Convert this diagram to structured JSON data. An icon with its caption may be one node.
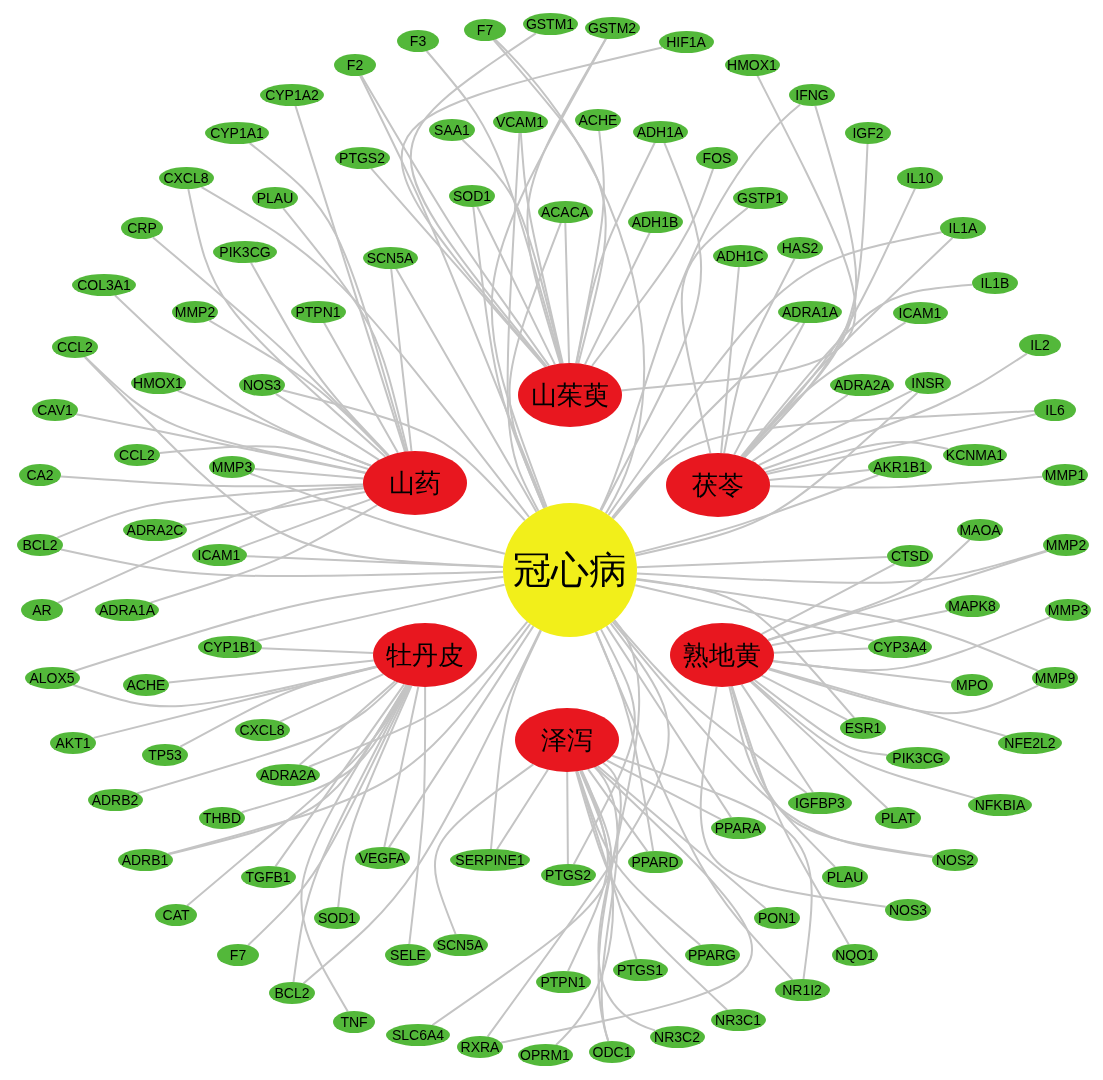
{
  "diagram": {
    "nodes": [
      {
        "text": [
          "冠心病"
        ]
      },
      {
        "text": [
          "山茱萸"
        ]
      },
      {
        "text": [
          "山药"
        ]
      },
      {
        "text": [
          "茯苓"
        ]
      },
      {
        "text": [
          "牡丹皮"
        ]
      },
      {
        "text": [
          "熟地黄"
        ]
      },
      {
        "text": [
          "泽泻"
        ]
      },
      {
        "text": [
          "F2"
        ]
      },
      {
        "text": [
          "F3"
        ]
      },
      {
        "text": [
          "F7"
        ]
      },
      {
        "text": [
          "GSTM1"
        ]
      },
      {
        "text": [
          "GSTM2"
        ]
      },
      {
        "text": [
          "HIF1A"
        ]
      },
      {
        "text": [
          "HMOX1"
        ]
      },
      {
        "text": [
          "IFNG"
        ]
      },
      {
        "text": [
          "IGF2"
        ]
      },
      {
        "text": [
          "IL10"
        ]
      },
      {
        "text": [
          "IL1A"
        ]
      },
      {
        "text": [
          "IL1B"
        ]
      },
      {
        "text": [
          "IL2"
        ]
      },
      {
        "text": [
          "IL6"
        ]
      },
      {
        "text": [
          "MMP1"
        ]
      },
      {
        "text": [
          "MMP2"
        ]
      },
      {
        "text": [
          "MMP3"
        ]
      },
      {
        "text": [
          "MMP9"
        ]
      },
      {
        "text": [
          "NFE2L2"
        ]
      },
      {
        "text": [
          "NFKBIA"
        ]
      },
      {
        "text": [
          "NOS2"
        ]
      },
      {
        "text": [
          "NOS3"
        ]
      },
      {
        "text": [
          "NQO1"
        ]
      },
      {
        "text": [
          "NR1I2"
        ]
      },
      {
        "text": [
          "NR3C1"
        ]
      },
      {
        "text": [
          "NR3C2"
        ]
      },
      {
        "text": [
          "ODC1"
        ]
      },
      {
        "text": [
          "OPRM1"
        ]
      },
      {
        "text": [
          "RXRA"
        ]
      },
      {
        "text": [
          "SLC6A4"
        ]
      },
      {
        "text": [
          "TNF"
        ]
      },
      {
        "text": [
          "BCL2"
        ]
      },
      {
        "text": [
          "F7"
        ]
      },
      {
        "text": [
          "CAT"
        ]
      },
      {
        "text": [
          "ADRB1"
        ]
      },
      {
        "text": [
          "ADRB2"
        ]
      },
      {
        "text": [
          "AKT1"
        ]
      },
      {
        "text": [
          "ALOX5"
        ]
      },
      {
        "text": [
          "AR"
        ]
      },
      {
        "text": [
          "BCL2"
        ]
      },
      {
        "text": [
          "CA2"
        ]
      },
      {
        "text": [
          "CAV1"
        ]
      },
      {
        "text": [
          "CCL2"
        ]
      },
      {
        "text": [
          "COL3A1"
        ]
      },
      {
        "text": [
          "CRP"
        ]
      },
      {
        "text": [
          "CXCL8"
        ]
      },
      {
        "text": [
          "CYP1A1"
        ]
      },
      {
        "text": [
          "CYP1A2"
        ]
      },
      {
        "text": [
          "SAA1"
        ]
      },
      {
        "text": [
          "VCAM1"
        ]
      },
      {
        "text": [
          "ACHE"
        ]
      },
      {
        "text": [
          "ADH1A"
        ]
      },
      {
        "text": [
          "FOS"
        ]
      },
      {
        "text": [
          "GSTP1"
        ]
      },
      {
        "text": [
          "HAS2"
        ]
      },
      {
        "text": [
          "ADRA1A"
        ]
      },
      {
        "text": [
          "ICAM1"
        ]
      },
      {
        "text": [
          "ADRA2A"
        ]
      },
      {
        "text": [
          "INSR"
        ]
      },
      {
        "text": [
          "KCNMA1"
        ]
      },
      {
        "text": [
          "AKR1B1"
        ]
      },
      {
        "text": [
          "MAOA"
        ]
      },
      {
        "text": [
          "CTSD"
        ]
      },
      {
        "text": [
          "MAPK8"
        ]
      },
      {
        "text": [
          "CYP3A4"
        ]
      },
      {
        "text": [
          "MPO"
        ]
      },
      {
        "text": [
          "ESR1"
        ]
      },
      {
        "text": [
          "PIK3CG"
        ]
      },
      {
        "text": [
          "IGFBP3"
        ]
      },
      {
        "text": [
          "PLAT"
        ]
      },
      {
        "text": [
          "PLAU"
        ]
      },
      {
        "text": [
          "PPARA"
        ]
      },
      {
        "text": [
          "PON1"
        ]
      },
      {
        "text": [
          "PPARD"
        ]
      },
      {
        "text": [
          "PPARG"
        ]
      },
      {
        "text": [
          "PTGS1"
        ]
      },
      {
        "text": [
          "PTGS2"
        ]
      },
      {
        "text": [
          "PTPN1"
        ]
      },
      {
        "text": [
          "SERPINE1"
        ]
      },
      {
        "text": [
          "SCN5A"
        ]
      },
      {
        "text": [
          "SELE"
        ]
      },
      {
        "text": [
          "VEGFA"
        ]
      },
      {
        "text": [
          "SOD1"
        ]
      },
      {
        "text": [
          "TGFB1"
        ]
      },
      {
        "text": [
          "THBD"
        ]
      },
      {
        "text": [
          "ADRA2A"
        ]
      },
      {
        "text": [
          "CXCL8"
        ]
      },
      {
        "text": [
          "TP53"
        ]
      },
      {
        "text": [
          "ACHE"
        ]
      },
      {
        "text": [
          "CYP1B1"
        ]
      },
      {
        "text": [
          "ADRA1A"
        ]
      },
      {
        "text": [
          "ICAM1"
        ]
      },
      {
        "text": [
          "ADRA2C"
        ]
      },
      {
        "text": [
          "MMP3"
        ]
      },
      {
        "text": [
          "CCL2"
        ]
      },
      {
        "text": [
          "HMOX1"
        ]
      },
      {
        "text": [
          "NOS3"
        ]
      },
      {
        "text": [
          "MMP2"
        ]
      },
      {
        "text": [
          "PTPN1"
        ]
      },
      {
        "text": [
          "PIK3CG"
        ]
      },
      {
        "text": [
          "SCN5A"
        ]
      },
      {
        "text": [
          "PLAU"
        ]
      },
      {
        "text": [
          "PTGS2"
        ]
      },
      {
        "text": [
          "SOD1"
        ]
      },
      {
        "text": [
          "ACACA"
        ]
      },
      {
        "text": [
          "ADH1B"
        ]
      },
      {
        "text": [
          "ADH1C"
        ]
      }
    ],
    "edges": [
      {
        "from": 1,
        "to": 7,
        "arrow": "none"
      },
      {
        "from": 1,
        "to": 8,
        "arrow": "none"
      },
      {
        "from": 1,
        "to": 9,
        "arrow": "none"
      },
      {
        "from": 1,
        "to": 10,
        "arrow": "none"
      },
      {
        "from": 1,
        "to": 11,
        "arrow": "none"
      },
      {
        "from": 1,
        "to": 12,
        "arrow": "none"
      },
      {
        "from": 1,
        "to": 13,
        "arrow": "none"
      },
      {
        "from": 3,
        "to": 14,
        "arrow": "none"
      },
      {
        "from": 3,
        "to": 15,
        "arrow": "none"
      },
      {
        "from": 3,
        "to": 16,
        "arrow": "none"
      },
      {
        "from": 3,
        "to": 17,
        "arrow": "none"
      },
      {
        "from": 3,
        "to": 18,
        "arrow": "none"
      },
      {
        "from": 3,
        "to": 19,
        "arrow": "none"
      },
      {
        "from": 3,
        "to": 20,
        "arrow": "none"
      },
      {
        "from": 3,
        "to": 21,
        "arrow": "none"
      },
      {
        "from": 5,
        "to": 22,
        "arrow": "none"
      },
      {
        "from": 5,
        "to": 23,
        "arrow": "none"
      },
      {
        "from": 5,
        "to": 24,
        "arrow": "none"
      },
      {
        "from": 5,
        "to": 25,
        "arrow": "none"
      },
      {
        "from": 5,
        "to": 26,
        "arrow": "none"
      },
      {
        "from": 5,
        "to": 27,
        "arrow": "none"
      },
      {
        "from": 5,
        "to": 28,
        "arrow": "none"
      },
      {
        "from": 5,
        "to": 29,
        "arrow": "none"
      },
      {
        "from": 6,
        "to": 30,
        "arrow": "none"
      },
      {
        "from": 6,
        "to": 31,
        "arrow": "none"
      },
      {
        "from": 6,
        "to": 32,
        "arrow": "none"
      },
      {
        "from": 6,
        "to": 33,
        "arrow": "none"
      },
      {
        "from": 6,
        "to": 34,
        "arrow": "none"
      },
      {
        "from": 6,
        "to": 35,
        "arrow": "none"
      },
      {
        "from": 6,
        "to": 36,
        "arrow": "none"
      },
      {
        "from": 4,
        "to": 37,
        "arrow": "none"
      },
      {
        "from": 4,
        "to": 38,
        "arrow": "none"
      },
      {
        "from": 4,
        "to": 39,
        "arrow": "none"
      },
      {
        "from": 4,
        "to": 40,
        "arrow": "none"
      },
      {
        "from": 4,
        "to": 41,
        "arrow": "none"
      },
      {
        "from": 4,
        "to": 42,
        "arrow": "none"
      },
      {
        "from": 4,
        "to": 43,
        "arrow": "none"
      },
      {
        "from": 4,
        "to": 44,
        "arrow": "none"
      },
      {
        "from": 2,
        "to": 45,
        "arrow": "none"
      },
      {
        "from": 2,
        "to": 46,
        "arrow": "none"
      },
      {
        "from": 2,
        "to": 47,
        "arrow": "none"
      },
      {
        "from": 2,
        "to": 48,
        "arrow": "none"
      },
      {
        "from": 2,
        "to": 49,
        "arrow": "none"
      },
      {
        "from": 2,
        "to": 50,
        "arrow": "none"
      },
      {
        "from": 2,
        "to": 51,
        "arrow": "none"
      },
      {
        "from": 2,
        "to": 52,
        "arrow": "none"
      },
      {
        "from": 2,
        "to": 53,
        "arrow": "none"
      },
      {
        "from": 2,
        "to": 54,
        "arrow": "none"
      },
      {
        "from": 1,
        "to": 55,
        "arrow": "none"
      },
      {
        "from": 1,
        "to": 56,
        "arrow": "none"
      },
      {
        "from": 1,
        "to": 57,
        "arrow": "none"
      },
      {
        "from": 1,
        "to": 58,
        "arrow": "none"
      },
      {
        "from": 1,
        "to": 59,
        "arrow": "none"
      },
      {
        "from": 3,
        "to": 60,
        "arrow": "none"
      },
      {
        "from": 3,
        "to": 61,
        "arrow": "none"
      },
      {
        "from": 3,
        "to": 62,
        "arrow": "none"
      },
      {
        "from": 3,
        "to": 63,
        "arrow": "none"
      },
      {
        "from": 3,
        "to": 64,
        "arrow": "none"
      },
      {
        "from": 3,
        "to": 65,
        "arrow": "none"
      },
      {
        "from": 3,
        "to": 66,
        "arrow": "none"
      },
      {
        "from": 3,
        "to": 67,
        "arrow": "none"
      },
      {
        "from": 5,
        "to": 68,
        "arrow": "none"
      },
      {
        "from": 5,
        "to": 69,
        "arrow": "none"
      },
      {
        "from": 5,
        "to": 70,
        "arrow": "none"
      },
      {
        "from": 5,
        "to": 71,
        "arrow": "none"
      },
      {
        "from": 5,
        "to": 72,
        "arrow": "none"
      },
      {
        "from": 5,
        "to": 73,
        "arrow": "none"
      },
      {
        "from": 5,
        "to": 74,
        "arrow": "none"
      },
      {
        "from": 5,
        "to": 75,
        "arrow": "none"
      },
      {
        "from": 5,
        "to": 76,
        "arrow": "none"
      },
      {
        "from": 5,
        "to": 77,
        "arrow": "none"
      },
      {
        "from": 6,
        "to": 78,
        "arrow": "none"
      },
      {
        "from": 6,
        "to": 79,
        "arrow": "none"
      },
      {
        "from": 6,
        "to": 80,
        "arrow": "none"
      },
      {
        "from": 6,
        "to": 81,
        "arrow": "none"
      },
      {
        "from": 6,
        "to": 82,
        "arrow": "none"
      },
      {
        "from": 6,
        "to": 83,
        "arrow": "none"
      },
      {
        "from": 6,
        "to": 84,
        "arrow": "none"
      },
      {
        "from": 6,
        "to": 85,
        "arrow": "none"
      },
      {
        "from": 6,
        "to": 86,
        "arrow": "none"
      },
      {
        "from": 4,
        "to": 87,
        "arrow": "none"
      },
      {
        "from": 4,
        "to": 88,
        "arrow": "none"
      },
      {
        "from": 4,
        "to": 89,
        "arrow": "none"
      },
      {
        "from": 4,
        "to": 90,
        "arrow": "none"
      },
      {
        "from": 4,
        "to": 91,
        "arrow": "none"
      },
      {
        "from": 4,
        "to": 92,
        "arrow": "none"
      },
      {
        "from": 4,
        "to": 93,
        "arrow": "none"
      },
      {
        "from": 4,
        "to": 94,
        "arrow": "none"
      },
      {
        "from": 4,
        "to": 95,
        "arrow": "none"
      },
      {
        "from": 4,
        "to": 96,
        "arrow": "none"
      },
      {
        "from": 2,
        "to": 97,
        "arrow": "none"
      },
      {
        "from": 2,
        "to": 98,
        "arrow": "none"
      },
      {
        "from": 2,
        "to": 99,
        "arrow": "none"
      },
      {
        "from": 2,
        "to": 100,
        "arrow": "none"
      },
      {
        "from": 2,
        "to": 101,
        "arrow": "none"
      },
      {
        "from": 2,
        "to": 102,
        "arrow": "none"
      },
      {
        "from": 2,
        "to": 103,
        "arrow": "none"
      },
      {
        "from": 2,
        "to": 104,
        "arrow": "none"
      },
      {
        "from": 2,
        "to": 105,
        "arrow": "none"
      },
      {
        "from": 2,
        "to": 106,
        "arrow": "none"
      },
      {
        "from": 2,
        "to": 107,
        "arrow": "none"
      },
      {
        "from": 2,
        "to": 108,
        "arrow": "none"
      },
      {
        "from": 1,
        "to": 109,
        "arrow": "none"
      },
      {
        "from": 1,
        "to": 110,
        "arrow": "none"
      },
      {
        "from": 1,
        "to": 111,
        "arrow": "none"
      },
      {
        "from": 1,
        "to": 112,
        "arrow": "none"
      },
      {
        "from": 3,
        "to": 113,
        "arrow": "none"
      },
      {
        "from": 7,
        "to": 0,
        "arrow": "none"
      },
      {
        "from": 9,
        "to": 0,
        "arrow": "none"
      },
      {
        "from": 11,
        "to": 0,
        "arrow": "none"
      },
      {
        "from": 14,
        "to": 0,
        "arrow": "none"
      },
      {
        "from": 17,
        "to": 0,
        "arrow": "none"
      },
      {
        "from": 20,
        "to": 0,
        "arrow": "none"
      },
      {
        "from": 22,
        "to": 0,
        "arrow": "none"
      },
      {
        "from": 24,
        "to": 0,
        "arrow": "none"
      },
      {
        "from": 27,
        "to": 0,
        "arrow": "none"
      },
      {
        "from": 30,
        "to": 0,
        "arrow": "none"
      },
      {
        "from": 33,
        "to": 0,
        "arrow": "none"
      },
      {
        "from": 35,
        "to": 0,
        "arrow": "none"
      },
      {
        "from": 38,
        "to": 0,
        "arrow": "none"
      },
      {
        "from": 41,
        "to": 0,
        "arrow": "none"
      },
      {
        "from": 44,
        "to": 0,
        "arrow": "none"
      },
      {
        "from": 46,
        "to": 0,
        "arrow": "none"
      },
      {
        "from": 49,
        "to": 0,
        "arrow": "none"
      },
      {
        "from": 52,
        "to": 0,
        "arrow": "none"
      },
      {
        "from": 56,
        "to": 0,
        "arrow": "none"
      },
      {
        "from": 58,
        "to": 0,
        "arrow": "none"
      },
      {
        "from": 62,
        "to": 0,
        "arrow": "none"
      },
      {
        "from": 65,
        "to": 0,
        "arrow": "none"
      },
      {
        "from": 67,
        "to": 0,
        "arrow": "none"
      },
      {
        "from": 69,
        "to": 0,
        "arrow": "none"
      },
      {
        "from": 71,
        "to": 0,
        "arrow": "none"
      },
      {
        "from": 73,
        "to": 0,
        "arrow": "none"
      },
      {
        "from": 75,
        "to": 0,
        "arrow": "none"
      },
      {
        "from": 78,
        "to": 0,
        "arrow": "none"
      },
      {
        "from": 80,
        "to": 0,
        "arrow": "none"
      },
      {
        "from": 83,
        "to": 0,
        "arrow": "none"
      },
      {
        "from": 85,
        "to": 0,
        "arrow": "none"
      },
      {
        "from": 88,
        "to": 0,
        "arrow": "none"
      },
      {
        "from": 92,
        "to": 0,
        "arrow": "none"
      },
      {
        "from": 96,
        "to": 0,
        "arrow": "none"
      },
      {
        "from": 98,
        "to": 0,
        "arrow": "none"
      },
      {
        "from": 100,
        "to": 0,
        "arrow": "none"
      },
      {
        "from": 103,
        "to": 0,
        "arrow": "none"
      },
      {
        "from": 107,
        "to": 0,
        "arrow": "none"
      },
      {
        "from": 110,
        "to": 0,
        "arrow": "none"
      },
      {
        "from": 111,
        "to": 0,
        "arrow": "none"
      }
    ]
  }
}
